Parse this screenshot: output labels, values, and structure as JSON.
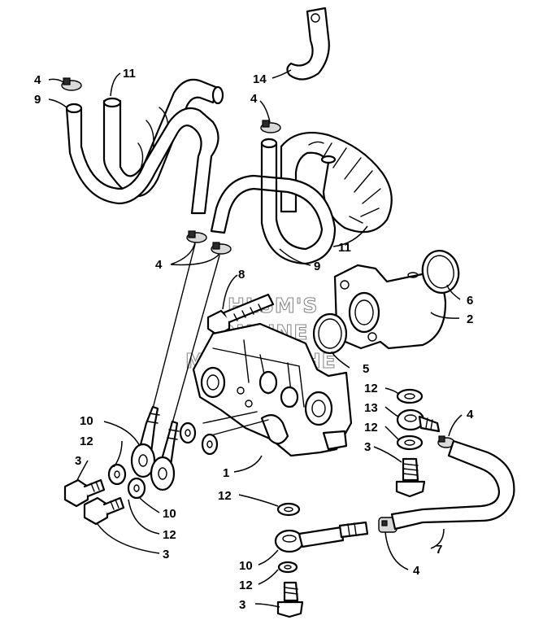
{
  "watermark": {
    "line1": "HLSM'S",
    "line2": "ONLINE",
    "line3": "MICROFICHE"
  },
  "callouts": [
    {
      "id": "c-4-top-left",
      "label": "4"
    },
    {
      "id": "c-9-top-left",
      "label": "9"
    },
    {
      "id": "c-11-top",
      "label": "11"
    },
    {
      "id": "c-14",
      "label": "14"
    },
    {
      "id": "c-4-top-mid",
      "label": "4"
    },
    {
      "id": "c-11-right",
      "label": "11"
    },
    {
      "id": "c-4-mid-left",
      "label": "4"
    },
    {
      "id": "c-9-mid",
      "label": "9"
    },
    {
      "id": "c-8",
      "label": "8"
    },
    {
      "id": "c-6",
      "label": "6"
    },
    {
      "id": "c-2",
      "label": "2"
    },
    {
      "id": "c-5",
      "label": "5"
    },
    {
      "id": "c-12-right-a",
      "label": "12"
    },
    {
      "id": "c-13",
      "label": "13"
    },
    {
      "id": "c-12-right-b",
      "label": "12"
    },
    {
      "id": "c-3-right",
      "label": "3"
    },
    {
      "id": "c-4-right",
      "label": "4"
    },
    {
      "id": "c-10-left-a",
      "label": "10"
    },
    {
      "id": "c-12-left-a",
      "label": "12"
    },
    {
      "id": "c-3-left",
      "label": "3"
    },
    {
      "id": "c-1",
      "label": "1"
    },
    {
      "id": "c-12-bottom-mid",
      "label": "12"
    },
    {
      "id": "c-10-left-b",
      "label": "10"
    },
    {
      "id": "c-12-left-b",
      "label": "12"
    },
    {
      "id": "c-3-bottom-left",
      "label": "3"
    },
    {
      "id": "c-7",
      "label": "7"
    },
    {
      "id": "c-4-bottom",
      "label": "4"
    },
    {
      "id": "c-10-bottom",
      "label": "10"
    },
    {
      "id": "c-12-bottom",
      "label": "12"
    },
    {
      "id": "c-3-bottom",
      "label": "3"
    }
  ]
}
